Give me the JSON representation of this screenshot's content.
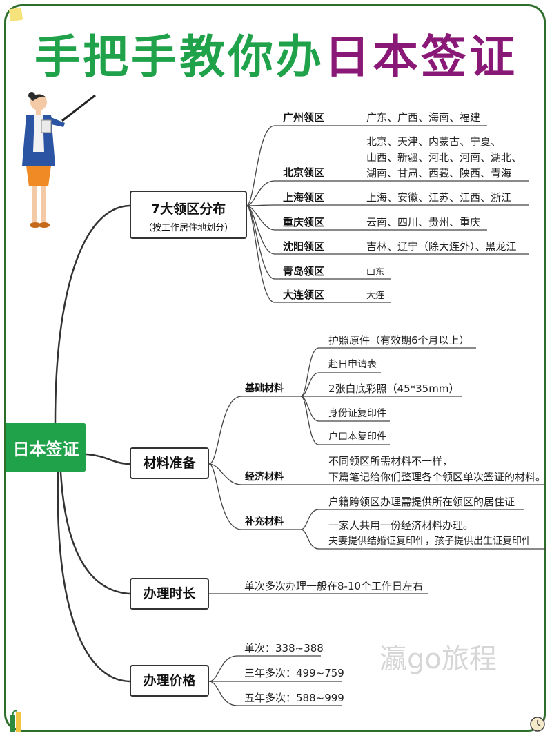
{
  "title": {
    "part1": "手把手教你办",
    "part2": "日本签证"
  },
  "root": "日本签证",
  "branches": {
    "regions": {
      "label": "7大领区分布",
      "sub": "（按工作居住地划分）",
      "items": [
        {
          "name": "广州领区",
          "desc": [
            "广东、广西、海南、福建"
          ]
        },
        {
          "name": "北京领区",
          "desc": [
            "北京、天津、内蒙古、宁夏、",
            "山西、新疆、河北、河南、湖北、",
            "湖南、甘肃、西藏、陕西、青海"
          ]
        },
        {
          "name": "上海领区",
          "desc": [
            "上海、安徽、江苏、江西、浙江"
          ]
        },
        {
          "name": "重庆领区",
          "desc": [
            "云南、四川、贵州、重庆"
          ]
        },
        {
          "name": "沈阳领区",
          "desc": [
            "吉林、辽宁（除大连外）、黑龙江"
          ]
        },
        {
          "name": "青岛领区",
          "desc": [
            "山东"
          ]
        },
        {
          "name": "大连领区",
          "desc": [
            "大连"
          ]
        }
      ]
    },
    "materials": {
      "label": "材料准备",
      "basic": {
        "label": "基础材料",
        "items": [
          "护照原件（有效期6个月以上）",
          "赴日申请表",
          "2张白底彩照（45*35mm）",
          "身份证复印件",
          "户口本复印件"
        ]
      },
      "economic": {
        "label": "经济材料",
        "items": [
          "不同领区所需材料不一样，",
          "下篇笔记给你们整理各个领区单次签证的材料。"
        ]
      },
      "extra": {
        "label": "补充材料",
        "items": [
          "户籍跨领区办理需提供所在领区的居住证",
          "一家人共用一份经济材料办理。",
          "夫妻提供结婚证复印件，孩子提供出生证复印件"
        ]
      }
    },
    "duration": {
      "label": "办理时长",
      "text": "单次多次办理一般在8-10个工作日左右"
    },
    "price": {
      "label": "办理价格",
      "items": [
        "单次：338~388",
        "三年多次：499~759",
        "五年多次：588~999"
      ]
    }
  },
  "watermark": "瀛go旅程",
  "colors": {
    "green": "#1fa24a",
    "purple": "#8a1877",
    "frame": "#2e6e2b"
  }
}
